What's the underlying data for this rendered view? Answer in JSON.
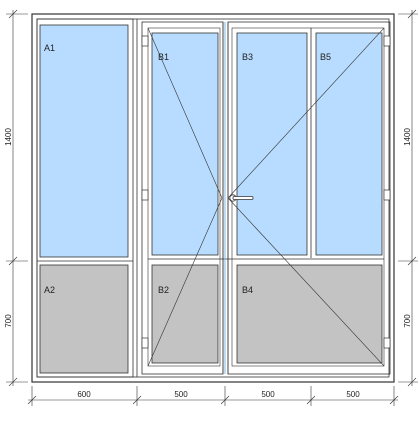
{
  "diagram": {
    "panes": [
      {
        "id": "A1",
        "label": "A1",
        "fill": "glass"
      },
      {
        "id": "A2",
        "label": "A2",
        "fill": "panel"
      },
      {
        "id": "B1",
        "label": "B1",
        "fill": "glass"
      },
      {
        "id": "B2",
        "label": "B2",
        "fill": "panel"
      },
      {
        "id": "B3",
        "label": "B3",
        "fill": "glass"
      },
      {
        "id": "B4",
        "label": "B4",
        "fill": "panel"
      },
      {
        "id": "B5",
        "label": "B5",
        "fill": "glass"
      }
    ],
    "dimensions": {
      "widths": [
        "600",
        "500",
        "500",
        "500"
      ],
      "height_left_top": "1400",
      "height_left_bottom": "700",
      "height_right_top": "1400",
      "height_right_bottom": "700"
    },
    "colors": {
      "glass": "#b8dcff",
      "panel": "#c3c3c3",
      "frame": "#ffffff",
      "line": "#333333"
    }
  }
}
